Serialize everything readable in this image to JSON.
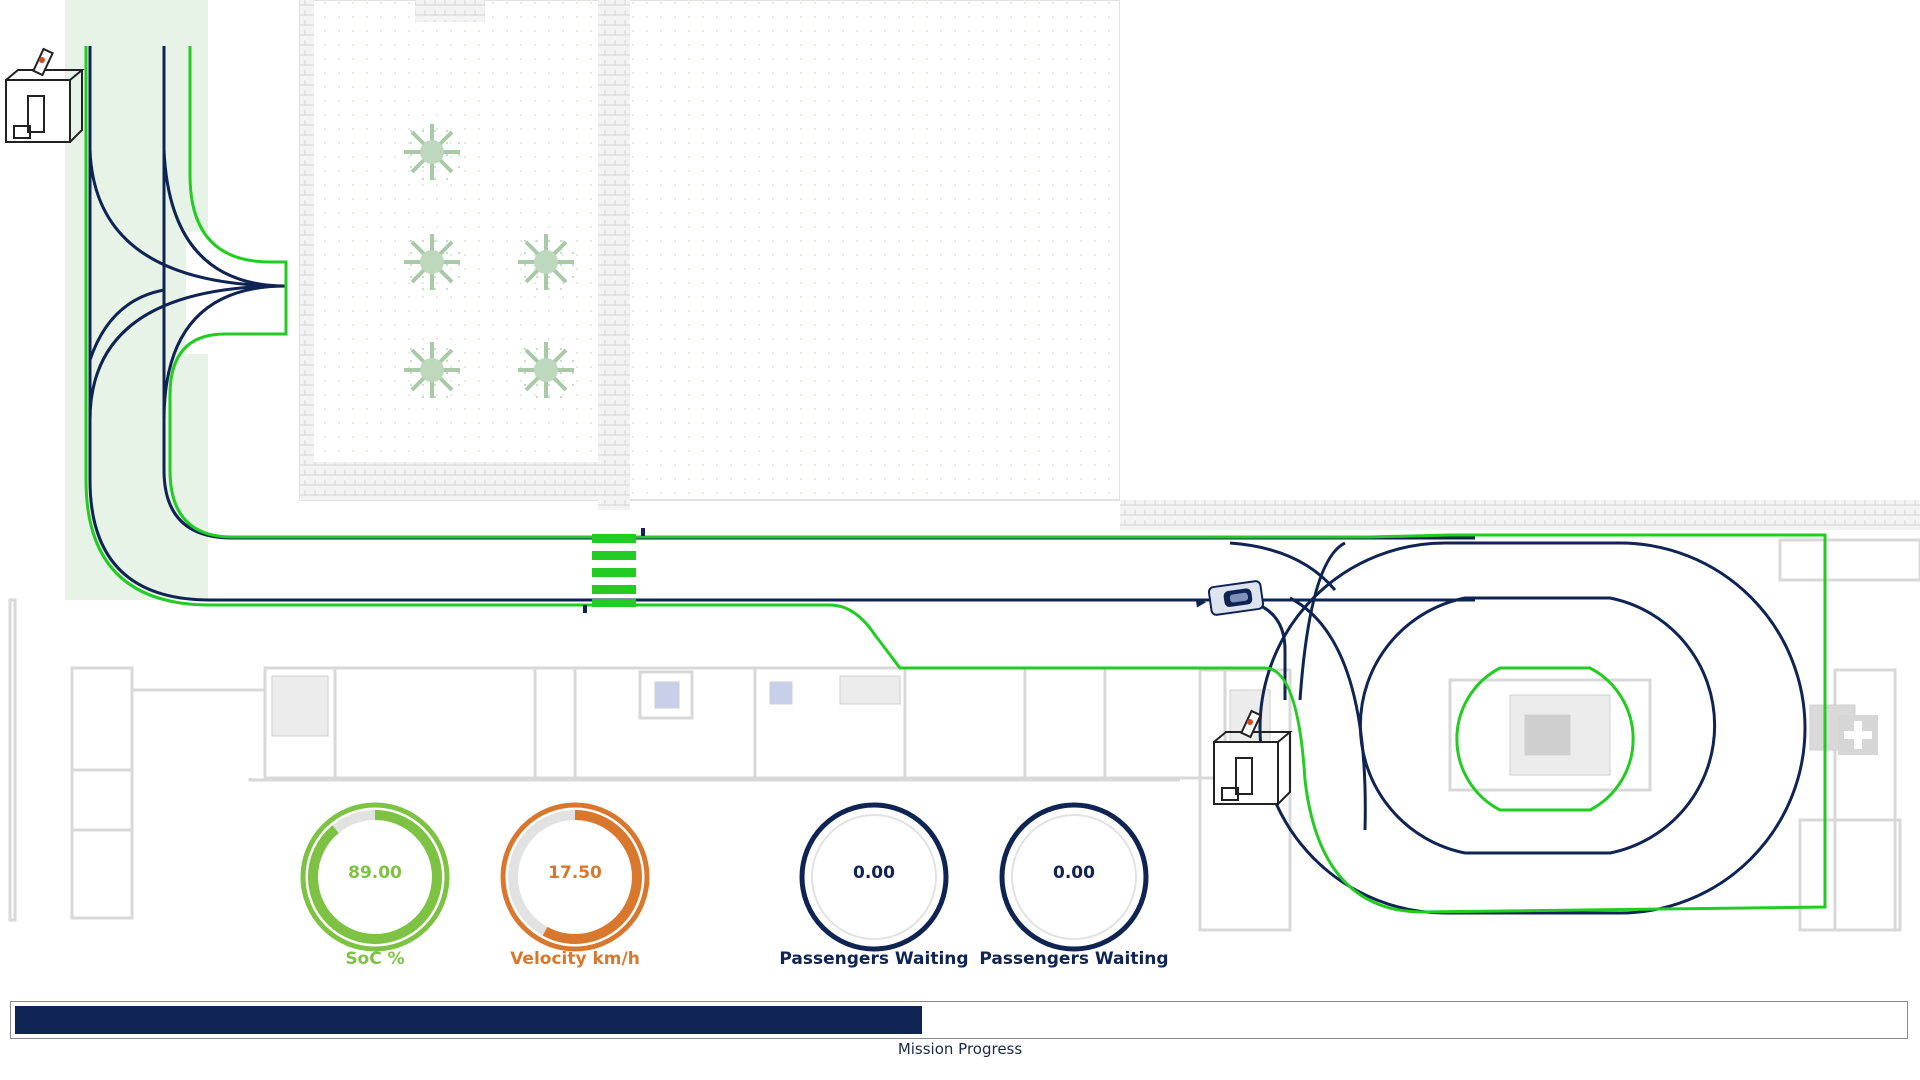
{
  "colors": {
    "route_green": "#22cc22",
    "route_navy": "#0f2452",
    "soc": "#7dc242",
    "velocity": "#d9782d",
    "passengers": "#0f2452"
  },
  "gauges": [
    {
      "id": "soc",
      "value_text": "89.00",
      "label": "SoC %",
      "fraction": 0.89,
      "color": "#7dc242"
    },
    {
      "id": "velocity",
      "value_text": "17.50",
      "label": "Velocity km/h",
      "fraction": 0.58,
      "color": "#d9782d"
    },
    {
      "id": "passengers-1",
      "value_text": "0.00",
      "label": "Passengers Waiting",
      "fraction": 0.0,
      "color": "#0f2452"
    },
    {
      "id": "passengers-2",
      "value_text": "0.00",
      "label": "Passengers Waiting",
      "fraction": 0.0,
      "color": "#0f2452"
    }
  ],
  "mission": {
    "label": "Mission Progress",
    "progress_fraction": 0.48
  },
  "icons": [
    "bus-stop-icon",
    "shuttle-vehicle-icon",
    "crosswalk-icon",
    "tree-icon",
    "first-aid-icon"
  ]
}
